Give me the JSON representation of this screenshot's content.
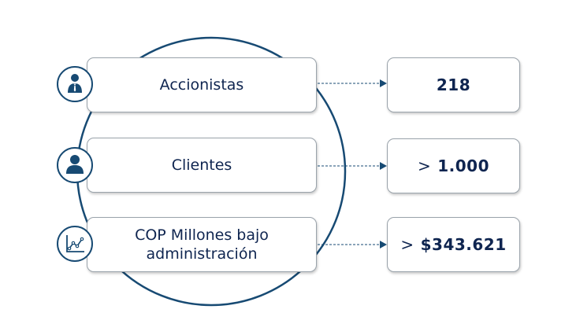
{
  "colors": {
    "primary": "#174a73",
    "text": "#0f2550",
    "border": "#9aa3ab"
  },
  "rows": [
    {
      "icon": "businessman-icon",
      "label_lines": [
        "Accionistas"
      ],
      "value_prefix": "",
      "value": "218"
    },
    {
      "icon": "user-icon",
      "label_lines": [
        "Clientes"
      ],
      "value_prefix": ">",
      "value": "1.000"
    },
    {
      "icon": "line-chart-icon",
      "label_lines": [
        "COP Millones bajo",
        "administración"
      ],
      "value_prefix": ">",
      "value": "$343.621"
    }
  ]
}
